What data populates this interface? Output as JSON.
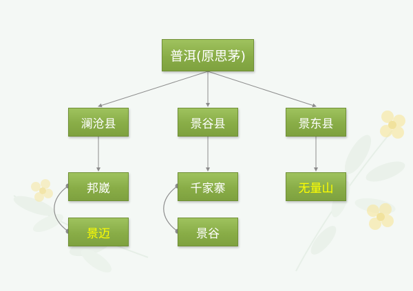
{
  "diagram": {
    "root": {
      "label": "普洱(原思茅)"
    },
    "counties": [
      {
        "label": "澜沧县"
      },
      {
        "label": "景谷县"
      },
      {
        "label": "景东县"
      }
    ],
    "towns": [
      {
        "label": "邦崴"
      },
      {
        "label": "景迈",
        "highlight": true
      },
      {
        "label": "千家寨"
      },
      {
        "label": "景谷"
      },
      {
        "label": "无量山",
        "highlight": true
      }
    ]
  },
  "colors": {
    "node_fill": "#8bb04a",
    "node_border": "#6f8f35",
    "node_text": "#ffffff",
    "highlight_text": "#ffff00",
    "connector": "#8c8c8c",
    "background": "#f4f8f5"
  }
}
